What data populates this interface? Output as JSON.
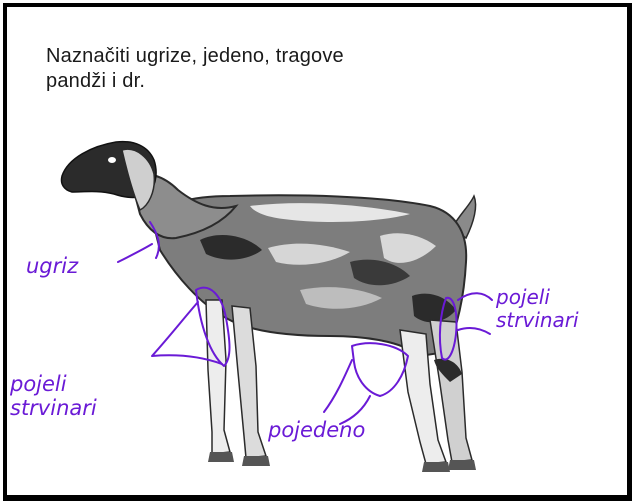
{
  "title": "Naznačiti ugrize, jedeno, tragove\n  pandži i dr.",
  "annotations": {
    "bite": "ugriz",
    "scavengers_left": "pojeli\nstrvinari",
    "scavengers_right": "pojeli\nstrvinari",
    "eaten": "pojedeno"
  },
  "colors": {
    "annotation_ink": "#6a1ad6",
    "frame": "#000000",
    "goat_dark": "#2b2b2b",
    "goat_mid": "#7d7d7d",
    "goat_light": "#d6d6d6"
  }
}
